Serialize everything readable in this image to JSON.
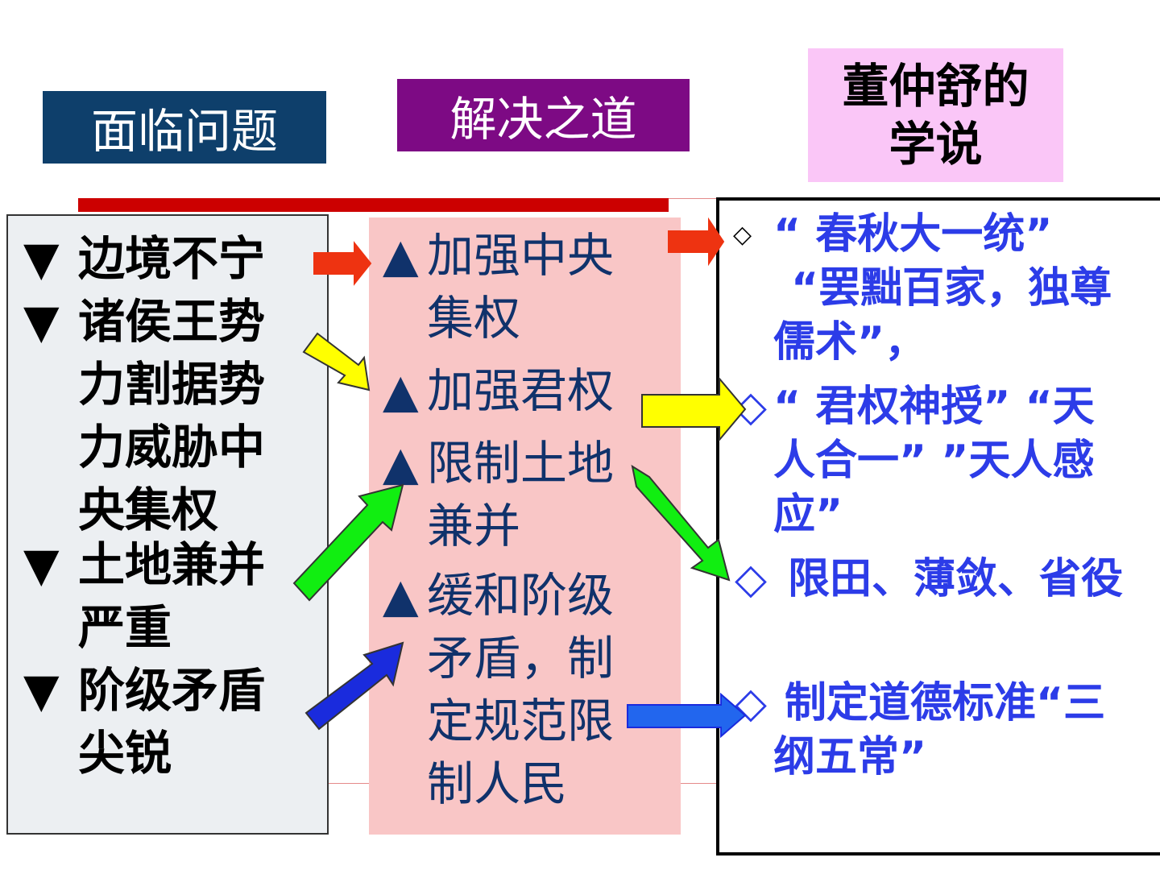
{
  "headers": {
    "problems": "面临问题",
    "solutions": "解决之道",
    "theory": [
      "董仲舒的",
      "学说"
    ]
  },
  "problems": [
    {
      "marker": "▼",
      "lines": [
        "边境不宁"
      ]
    },
    {
      "marker": "▼",
      "lines": [
        "诸侯王势",
        "力割据势",
        "力威胁中",
        "央集权"
      ]
    },
    {
      "marker": "▼",
      "lines": [
        "土地兼并",
        "严重"
      ]
    },
    {
      "marker": "▼",
      "lines": [
        "阶级矛盾",
        "尖锐"
      ]
    }
  ],
  "solutions": [
    {
      "marker": "▲",
      "lines": [
        "加强中央",
        "集权"
      ]
    },
    {
      "marker": "▲",
      "lines": [
        "加强君权"
      ]
    },
    {
      "marker": "▲",
      "lines": [
        "限制土地",
        "兼并"
      ]
    },
    {
      "marker": "▲",
      "lines": [
        "缓和阶级",
        "矛盾，制",
        "定规范限",
        "制人民"
      ]
    }
  ],
  "theories": [
    {
      "marker": "◇",
      "lines": [
        "“ 春秋大一统”",
        "“罢黜百家，独尊",
        "儒术”，"
      ]
    },
    {
      "marker": "◇",
      "lines": [
        "“ 君权神授” “天",
        "人合一” ”天人感",
        "应”"
      ]
    },
    {
      "marker": "◇",
      "lines": [
        "限田、薄敛、省役"
      ]
    },
    {
      "marker": "◇",
      "lines": [
        "制定道德标准“三",
        "纲五常”"
      ]
    }
  ],
  "colors": {
    "header_problems": "#0e3f6b",
    "header_solutions": "#7d0a84",
    "header_theory": "#fac6f7",
    "bar": "#cc0000",
    "solutions_bg": "#f9c6c6",
    "solution_text": "#10326b",
    "theory_text": "#2c3ce8",
    "arrow_red": "#ee3311",
    "arrow_yellow": "#ffff00",
    "arrow_green": "#11ee11",
    "arrow_blue": "#1a2bdd",
    "arrow_blue_light": "#2266ee"
  }
}
